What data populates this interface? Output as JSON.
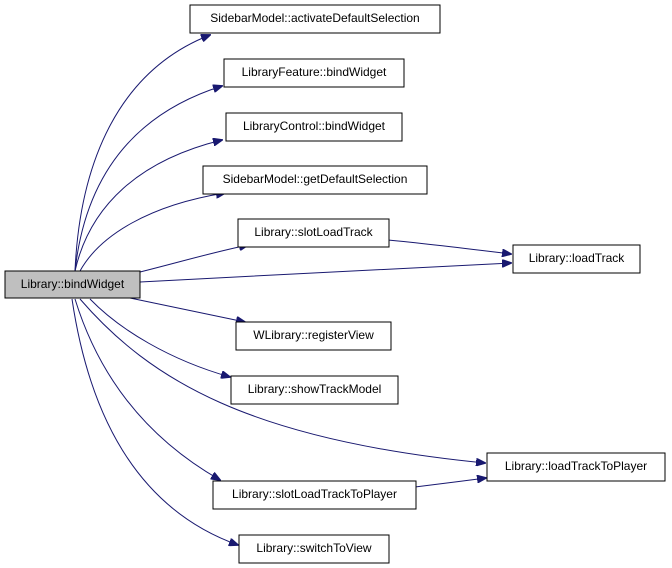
{
  "colors": {
    "edge": "#191970",
    "root_fill": "#bfbfbf",
    "node_fill": "#ffffff",
    "node_border": "#000000"
  },
  "nodes": {
    "root": "Library::bindWidget",
    "activateDefaultSelection": "SidebarModel::activateDefaultSelection",
    "featureBindWidget": "LibraryFeature::bindWidget",
    "controlBindWidget": "LibraryControl::bindWidget",
    "getDefaultSelection": "SidebarModel::getDefaultSelection",
    "slotLoadTrack": "Library::slotLoadTrack",
    "loadTrack": "Library::loadTrack",
    "registerView": "WLibrary::registerView",
    "showTrackModel": "Library::showTrackModel",
    "loadTrackToPlayer": "Library::loadTrackToPlayer",
    "slotLoadTrackToPlayer": "Library::slotLoadTrackToPlayer",
    "switchToView": "Library::switchToView"
  },
  "edges": [
    [
      "root",
      "activateDefaultSelection"
    ],
    [
      "root",
      "featureBindWidget"
    ],
    [
      "root",
      "controlBindWidget"
    ],
    [
      "root",
      "getDefaultSelection"
    ],
    [
      "root",
      "slotLoadTrack"
    ],
    [
      "root",
      "loadTrack"
    ],
    [
      "slotLoadTrack",
      "loadTrack"
    ],
    [
      "root",
      "registerView"
    ],
    [
      "root",
      "showTrackModel"
    ],
    [
      "root",
      "loadTrackToPlayer"
    ],
    [
      "root",
      "slotLoadTrackToPlayer"
    ],
    [
      "slotLoadTrackToPlayer",
      "loadTrackToPlayer"
    ],
    [
      "root",
      "switchToView"
    ]
  ]
}
